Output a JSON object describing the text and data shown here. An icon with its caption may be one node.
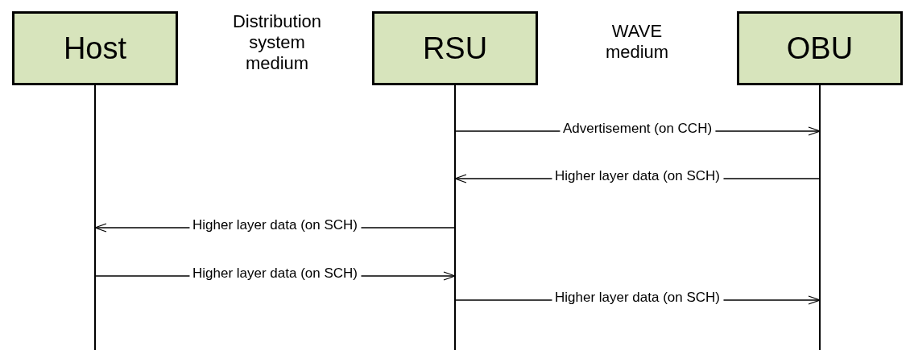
{
  "diagram": {
    "nodes": [
      {
        "text": [
          "Host"
        ]
      },
      {
        "text": [
          "RSU"
        ]
      },
      {
        "text": [
          "OBU"
        ]
      }
    ],
    "edges": [
      {
        "from": 1,
        "to": 2,
        "arrow": "to",
        "label": "Advertisement (on CCH)"
      },
      {
        "from": 2,
        "to": 1,
        "arrow": "to",
        "label": "Higher layer data (on SCH)"
      },
      {
        "from": 1,
        "to": 0,
        "arrow": "to",
        "label": "Higher layer data (on SCH)"
      },
      {
        "from": 0,
        "to": 1,
        "arrow": "to",
        "label": "Higher layer data (on SCH)"
      },
      {
        "from": 1,
        "to": 2,
        "arrow": "to",
        "label": "Higher layer data (on SCH)"
      }
    ],
    "labels": [
      "Distribution system medium",
      "WAVE medium"
    ]
  }
}
